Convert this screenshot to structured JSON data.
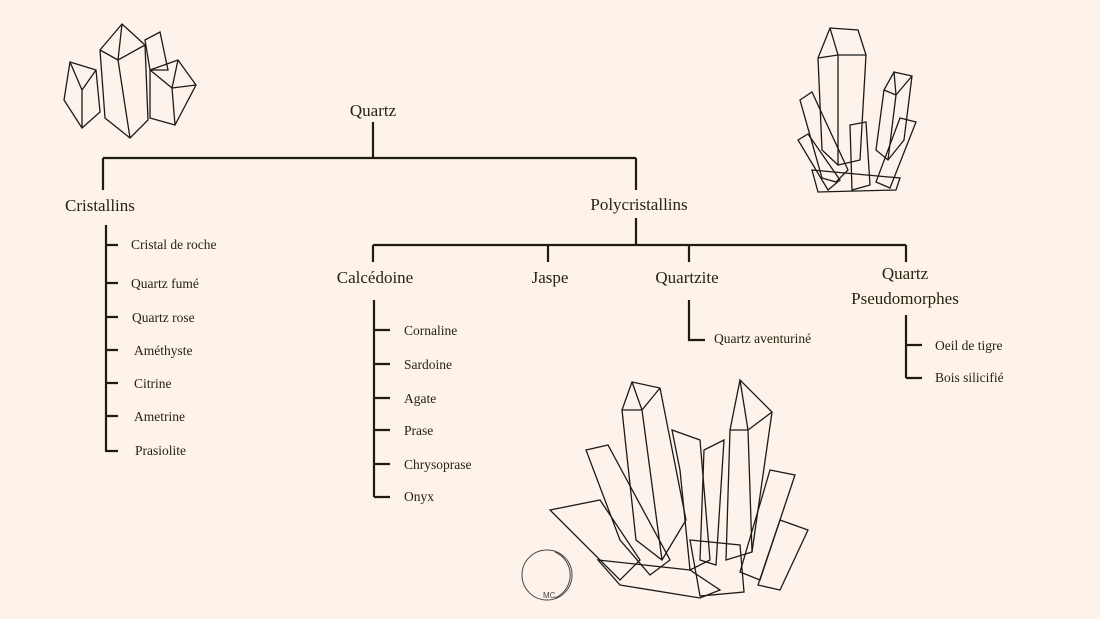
{
  "root": "Quartz",
  "branches": {
    "cristallins": {
      "label": "Cristallins",
      "items": [
        "Cristal de roche",
        "Quartz fumé",
        "Quartz rose",
        "Améthyste",
        "Citrine",
        "Ametrine",
        "Prasiolite"
      ]
    },
    "polycristallins": {
      "label": "Polycristallins",
      "calcedoine": {
        "label": "Calcédoine",
        "items": [
          "Cornaline",
          "Sardoine",
          "Agate",
          "Prase",
          "Chrysoprase",
          "Onyx"
        ]
      },
      "jaspe": {
        "label": "Jaspe"
      },
      "quartzite": {
        "label": "Quartzite",
        "items": [
          "Quartz aventuriné"
        ]
      },
      "pseudomorphes": {
        "label_line1": "Quartz",
        "label_line2": "Pseudomorphes",
        "items": [
          "Oeil de tigre",
          "Bois silicifié"
        ]
      }
    }
  },
  "signature": "MC",
  "colors": {
    "background": "#fdf3ea",
    "ink": "#26240f"
  }
}
